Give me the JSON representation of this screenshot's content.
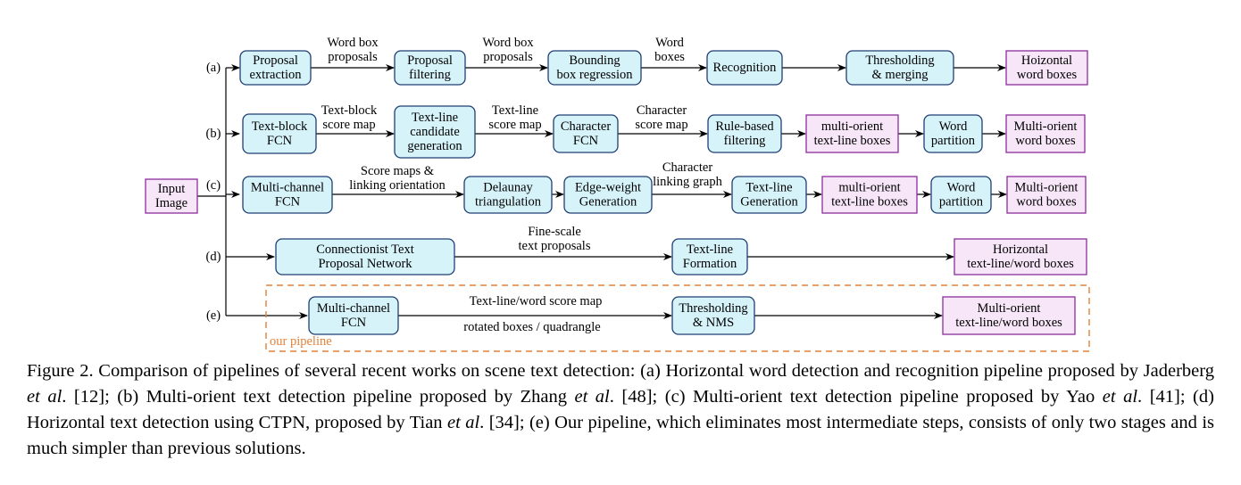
{
  "colors": {
    "process_fill": "#d6f3fa",
    "process_stroke": "#1f3f73",
    "output_fill": "#f6e6f8",
    "output_stroke": "#8a2e9c",
    "pipeline_box": "#e2823a"
  },
  "input_node": [
    "Input",
    "Image"
  ],
  "rows": {
    "a": {
      "label": "(a)",
      "nodes": [
        [
          "Proposal",
          "extraction"
        ],
        [
          "Proposal",
          "filtering"
        ],
        [
          "Bounding",
          "box regression"
        ],
        [
          "Recognition"
        ],
        [
          "Thresholding",
          "& merging"
        ],
        [
          "Hoizontal",
          "word boxes"
        ]
      ],
      "edges": [
        [
          "Word box",
          "proposals"
        ],
        [
          "Word box",
          "proposals"
        ],
        [
          "Word",
          "boxes"
        ]
      ]
    },
    "b": {
      "label": "(b)",
      "nodes": [
        [
          "Text-block",
          "FCN"
        ],
        [
          "Text-line",
          "candidate",
          "generation"
        ],
        [
          "Character",
          "FCN"
        ],
        [
          "Rule-based",
          "filtering"
        ],
        [
          "multi-orient",
          "text-line boxes"
        ],
        [
          "Word",
          "partition"
        ],
        [
          "Multi-orient",
          "word boxes"
        ]
      ],
      "edges": [
        [
          "Text-block",
          "score map"
        ],
        [
          "Text-line",
          "score map"
        ],
        [
          "Character",
          "score map"
        ]
      ]
    },
    "c": {
      "label": "(c)",
      "nodes": [
        [
          "Multi-channel",
          "FCN"
        ],
        [
          "Delaunay",
          "triangulation"
        ],
        [
          "Edge-weight",
          "Generation"
        ],
        [
          "Text-line",
          "Generation"
        ],
        [
          "multi-orient",
          "text-line boxes"
        ],
        [
          "Word",
          "partition"
        ],
        [
          "Multi-orient",
          "word boxes"
        ]
      ],
      "edges": [
        [
          "Score maps &",
          "linking orientation"
        ],
        [
          "Character",
          "linking graph"
        ]
      ]
    },
    "d": {
      "label": "(d)",
      "nodes": [
        [
          "Connectionist Text",
          "Proposal Network"
        ],
        [
          "Text-line",
          "Formation"
        ],
        [
          "Horizontal",
          "text-line/word boxes"
        ]
      ],
      "edges": [
        [
          "Fine-scale",
          "text proposals"
        ]
      ]
    },
    "e": {
      "label": "(e)",
      "nodes": [
        [
          "Multi-channel",
          "FCN"
        ],
        [
          "Thresholding",
          "& NMS"
        ],
        [
          "Multi-orient",
          "text-line/word boxes"
        ]
      ],
      "edge_above": "Text-line/word score map",
      "edge_below": "rotated boxes / quadrangle",
      "pipeline_label": "our pipeline"
    }
  },
  "caption": {
    "p1": "Figure 2. Comparison of pipelines of several recent works on scene text detection: (a) Horizontal word detection and recognition pipeline proposed by Jaderberg ",
    "etal": "et al",
    "p2": ". [12]; (b) Multi-orient text detection pipeline proposed by Zhang ",
    "p3": ". [48]; (c) Multi-orient text detection pipeline proposed by Yao ",
    "p4": ". [41]; (d) Horizontal text detection using CTPN, proposed by Tian ",
    "p5": ". [34]; (e) Our pipeline, which eliminates most intermediate steps, consists of only two stages and is much simpler than previous solutions."
  }
}
